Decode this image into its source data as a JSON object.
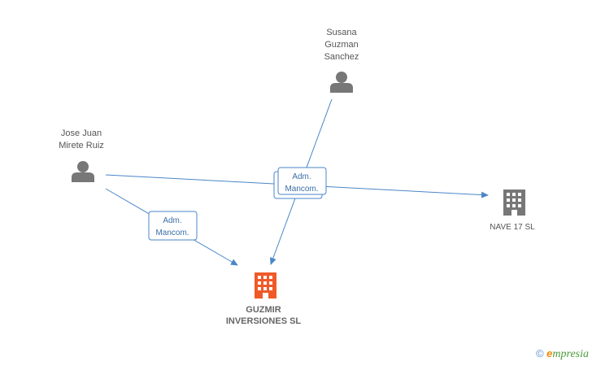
{
  "nodes": [
    {
      "id": "susana",
      "kind": "person",
      "label_lines": [
        "Susana",
        "Guzman",
        "Sanchez"
      ]
    },
    {
      "id": "jose",
      "kind": "person",
      "label_lines": [
        "Jose Juan",
        "Mirete Ruiz"
      ]
    },
    {
      "id": "nave",
      "kind": "company",
      "label_lines": [
        "NAVE 17 SL"
      ],
      "color": "#777777"
    },
    {
      "id": "guzmir",
      "kind": "company-main",
      "label_lines": [
        "GUZMIR",
        "INVERSIONES SL"
      ],
      "color": "#f05a28"
    }
  ],
  "edge_labels": [
    {
      "id": "badge-left",
      "text_lines": [
        "Adm.",
        "Mancom."
      ]
    },
    {
      "id": "badge-center",
      "text_lines": [
        "Adm.",
        "Mancom."
      ]
    }
  ],
  "colors": {
    "edge": "#4a86c8",
    "person_icon": "#777777",
    "badge_border": "#4a86c8",
    "badge_text": "#3a6ea5"
  },
  "footer": {
    "copyright_symbol": "©",
    "brand": "mpresia",
    "brand_initial": "e"
  }
}
